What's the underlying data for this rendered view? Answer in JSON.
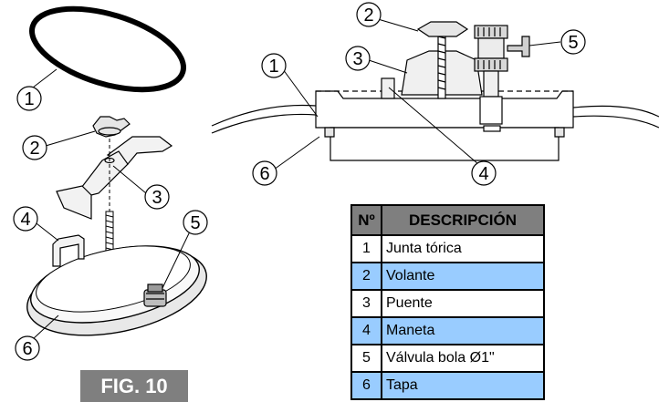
{
  "figure": {
    "label": "FIG. 10"
  },
  "callouts": [
    "1",
    "2",
    "3",
    "4",
    "5",
    "6"
  ],
  "table": {
    "headers": {
      "number": "Nº",
      "description": "DESCRIPCIÓN"
    },
    "rows": [
      {
        "number": "1",
        "description": "Junta tórica"
      },
      {
        "number": "2",
        "description": "Volante"
      },
      {
        "number": "3",
        "description": "Puente"
      },
      {
        "number": "4",
        "description": "Maneta"
      },
      {
        "number": "5",
        "description": "Válvula bola Ø1\""
      },
      {
        "number": "6",
        "description": "Tapa"
      }
    ]
  },
  "colors": {
    "callout_fill": "#ffffff",
    "callout_stroke": "#000000",
    "header_bg": "#7f7f7f",
    "alt_row_bg": "#99ccff",
    "fig_label_bg": "#7f7f7f"
  }
}
